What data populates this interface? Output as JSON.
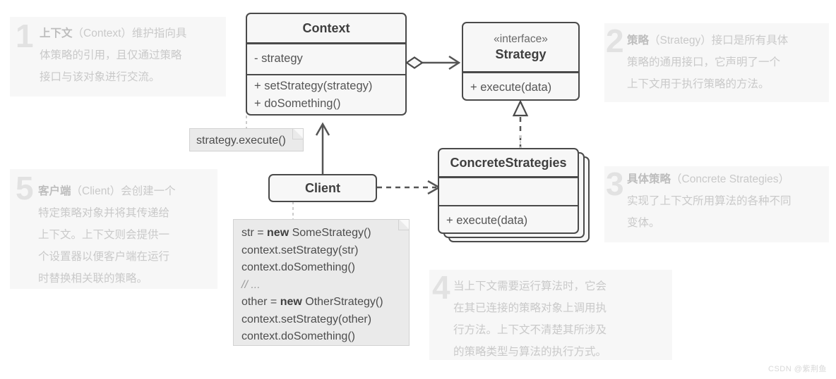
{
  "diagram": {
    "title": "Strategy Pattern UML Class Diagram",
    "colors": {
      "box_fill": "#f7f7f7",
      "box_border": "#4a4a4a",
      "note_fill": "#eaeaea",
      "note_border": "#d2d2d2",
      "anno_bg": "#f7f7f7",
      "anno_text": "#c9c9c9",
      "anno_number": "#e2e2e2",
      "connector": "#555555",
      "dotted_connector": "#cccccc"
    }
  },
  "classes": {
    "context": {
      "name": "Context",
      "attributes": [
        "- strategy"
      ],
      "operations": [
        "+ setStrategy(strategy)",
        "+ doSomething()"
      ]
    },
    "strategy": {
      "stereotype": "«interface»",
      "name": "Strategy",
      "operations": [
        "+ execute(data)"
      ]
    },
    "concrete_strategies": {
      "name": "ConcreteStrategies",
      "attributes": [
        ""
      ],
      "operations": [
        "+ execute(data)"
      ],
      "stacked": true
    },
    "client": {
      "name": "Client"
    }
  },
  "notes": {
    "strategy_call": {
      "text": "strategy.execute()"
    },
    "client_code": {
      "lines": [
        {
          "parts": [
            {
              "t": "str = ",
              "s": "plain"
            },
            {
              "t": "new ",
              "s": "kw"
            },
            {
              "t": "SomeStrategy()",
              "s": "plain"
            }
          ]
        },
        {
          "parts": [
            {
              "t": "context.setStrategy(str)",
              "s": "plain"
            }
          ]
        },
        {
          "parts": [
            {
              "t": "context.doSomething()",
              "s": "plain"
            }
          ]
        },
        {
          "parts": [
            {
              "t": "// ...",
              "s": "cm"
            }
          ]
        },
        {
          "parts": [
            {
              "t": "other = ",
              "s": "plain"
            },
            {
              "t": "new ",
              "s": "kw"
            },
            {
              "t": "OtherStrategy()",
              "s": "plain"
            }
          ]
        },
        {
          "parts": [
            {
              "t": "context.setStrategy(other)",
              "s": "plain"
            }
          ]
        },
        {
          "parts": [
            {
              "t": "context.doSomething()",
              "s": "plain"
            }
          ]
        }
      ]
    }
  },
  "annotations": [
    {
      "number": "1",
      "bold_lead": "上下文",
      "text": "（Context）维护指向具\n体策略的引用，且仅通过策略\n接口与该对象进行交流。"
    },
    {
      "number": "2",
      "bold_lead": "策略",
      "text": "（Strategy）接口是所有具体\n策略的通用接口，它声明了一个\n上下文用于执行策略的方法。"
    },
    {
      "number": "3",
      "bold_lead": "具体策略",
      "text": "（Concrete Strategies）\n实现了上下文所用算法的各种不同\n变体。"
    },
    {
      "number": "4",
      "bold_lead": "",
      "text": "当上下文需要运行算法时，它会\n在其已连接的策略对象上调用执\n行方法。上下文不清楚其所涉及\n的策略类型与算法的执行方式。"
    },
    {
      "number": "5",
      "bold_lead": "客户端",
      "text": "（Client）会创建一个\n特定策略对象并将其传递给\n上下文。上下文则会提供一\n个设置器以便客户端在运行\n时替换相关联的策略。"
    }
  ],
  "relationships": [
    {
      "from": "Context",
      "to": "Strategy",
      "type": "aggregation-association",
      "arrow": "open",
      "source_decoration": "hollow-diamond"
    },
    {
      "from": "ConcreteStrategies",
      "to": "Strategy",
      "type": "realization",
      "arrow": "hollow-triangle",
      "line": "dashed"
    },
    {
      "from": "Client",
      "to": "Context",
      "type": "association",
      "arrow": "solid-open",
      "line": "solid"
    },
    {
      "from": "Client",
      "to": "ConcreteStrategies",
      "type": "dependency",
      "arrow": "open",
      "line": "dashed"
    }
  ],
  "watermark": {
    "text": "CSDN @紫荆鱼"
  }
}
